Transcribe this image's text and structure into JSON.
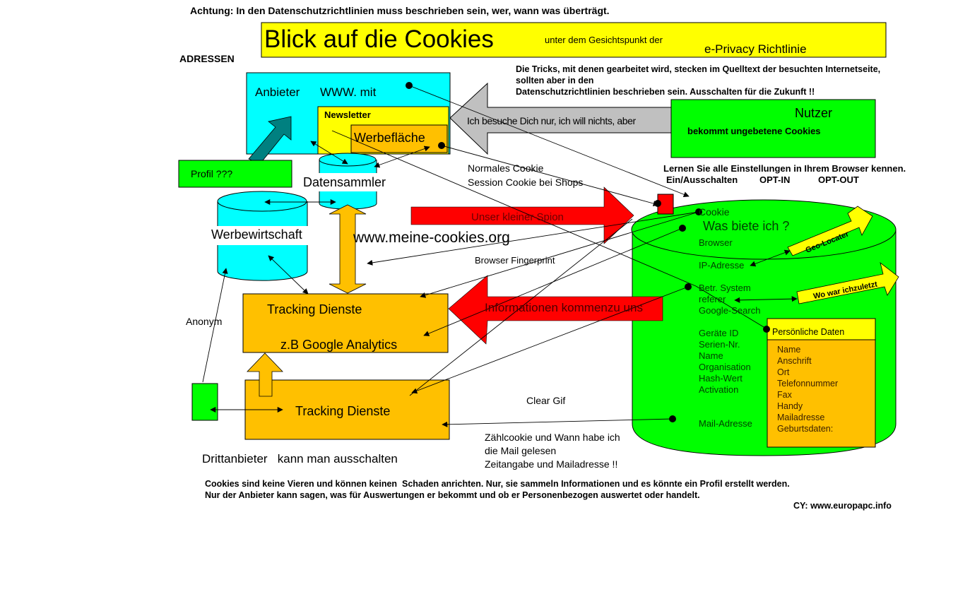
{
  "header": {
    "warning": "Achtung: In den Datenschutzrichtlinien muss beschrieben sein, wer, wann was überträgt.",
    "title": "Blick auf die Cookies",
    "title_sub": "unter dem Gesichtspunkt der",
    "title_directive": "e-Privacy Richtlinie",
    "addresses_label": "ADRESSEN"
  },
  "tricks_note": {
    "line1": "Die Tricks, mit denen gearbeitet wird, stecken im Quelltext der besuchten Internetseite,",
    "line2": "sollten aber in den",
    "line3": "Datenschutzrichtlinien beschrieben sein. Ausschalten für die Zukunft !!"
  },
  "provider": {
    "label": "Anbieter",
    "www": "WWW. mit",
    "newsletter": "Newsletter",
    "ad_space": "Werbefläche"
  },
  "visit_arrow": {
    "text": "Ich besuche Dich nur, ich will nichts, aber"
  },
  "user_box": {
    "title": "Nutzer",
    "subtitle": "bekommt ungebetene Cookies"
  },
  "browser_settings": {
    "line1": "Lernen Sie alle Einstellungen in Ihrem Browser kennen.",
    "options": [
      "Ein/Ausschalten",
      "OPT-IN",
      "OPT-OUT"
    ]
  },
  "profile": {
    "label": "Profil ???"
  },
  "data_collector": {
    "label": "Datensammler"
  },
  "cookie_types": {
    "line1": "Normales Cookie",
    "line2": "Session Cookie bei Shops"
  },
  "spy_arrow": {
    "text": "Unser kleiner Spion"
  },
  "advertising": {
    "label": "Werbewirtschaft"
  },
  "website": {
    "label": "www.meine-cookies.org"
  },
  "fingerprint": {
    "label": "Browser Fingerprint"
  },
  "anonym": {
    "label": "Anonym"
  },
  "tracking1": {
    "title": "Tracking Dienste",
    "example": "z.B Google Analytics"
  },
  "info_arrow": {
    "text": "Informationen kommenzu uns"
  },
  "tracking2": {
    "title": "Tracking Dienste"
  },
  "third_party": {
    "label": "Drittanbieter   kann man ausschalten"
  },
  "clear_gif": {
    "label": "Clear Gif"
  },
  "count_cookie": {
    "line1": "Zählcookie und Wann habe ich",
    "line2": "die Mail gelesen",
    "line3": "Zeitangabe und Mailadresse !!"
  },
  "user_data": {
    "cookie": "Cookie",
    "question": "Was biete ich ?",
    "items_top": [
      "Browser",
      "IP-Adresse"
    ],
    "items_system": [
      "Betr. System",
      "referer",
      "Google-Search"
    ],
    "items_device": [
      "Geräte ID",
      "Serien-Nr.",
      "Name",
      "Organisation",
      "Hash-Wert",
      "Activation"
    ],
    "mail": "Mail-Adresse",
    "geo_locater": "Geo-Locater",
    "last_location": "Wo war ichzuletzt"
  },
  "personal_data": {
    "title": "Persönliche Daten",
    "items": [
      "Name",
      "Anschrift",
      "Ort",
      "Telefonnummer",
      "Fax",
      "Handy",
      "Mailadresse",
      "Geburtsdaten:"
    ]
  },
  "footer": {
    "line1": "Cookies sind keine Vieren und können keinen  Schaden anrichten. Nur, sie sammeln Informationen und es könnte ein Profil erstellt werden.",
    "line2": "Nur der Anbieter kann sagen, was für Auswertungen er bekommt und ob er Personenbezogen auswertet oder handelt.",
    "copyright": "CY: www.europapc.info"
  },
  "colors": {
    "cyan": "#00ffff",
    "yellow": "#ffff00",
    "orange": "#ffc000",
    "green": "#00ff00",
    "red": "#ff0000",
    "gray": "#c0c0c0",
    "teal": "#008080"
  }
}
